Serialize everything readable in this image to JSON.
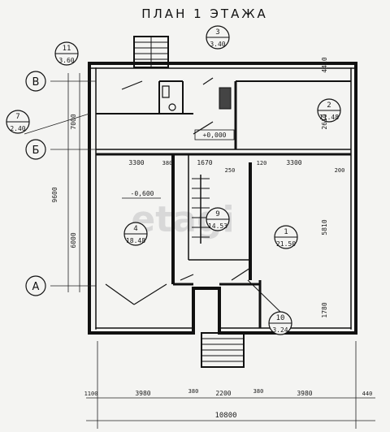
{
  "title": "ПЛАН 1 ЭТАЖА",
  "watermark": "etagi",
  "axes": {
    "a": "А",
    "b": "Б",
    "v": "В"
  },
  "rooms": [
    {
      "num": "1",
      "area": "21.50"
    },
    {
      "num": "2",
      "area": "11.48"
    },
    {
      "num": "3",
      "area": "3.40"
    },
    {
      "num": "4",
      "area": "18.48"
    },
    {
      "num": "7",
      "area": "2.40"
    },
    {
      "num": "9",
      "area": "14.53"
    },
    {
      "num": "10",
      "area": "3.24"
    },
    {
      "num": "11",
      "area": "3.60"
    }
  ],
  "levels": {
    "upper": "+0,000",
    "lower": "-0,600"
  },
  "dims": {
    "d1": "4410",
    "d2": "2610",
    "d3": "5810",
    "d4": "1780",
    "d5": "3300",
    "d6": "380",
    "d7": "1670",
    "d8": "250",
    "d9": "120",
    "d10": "3300",
    "d11": "200",
    "d12": "1100",
    "d13": "3980",
    "d14": "380",
    "d15": "2200",
    "d16": "380",
    "d17": "3980",
    "d18": "440",
    "total_w": "10800",
    "left1": "7000",
    "left2": "6000",
    "left3": "9600"
  }
}
